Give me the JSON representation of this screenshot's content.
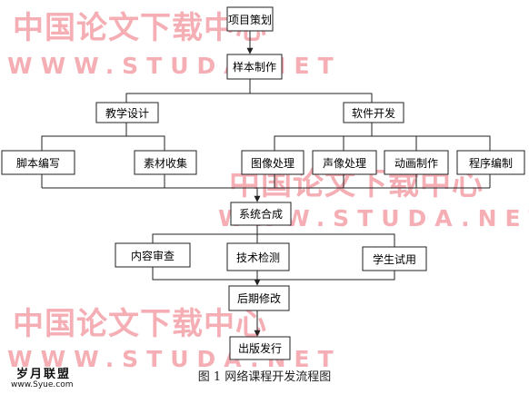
{
  "nodes": {
    "plan": "项目策划",
    "sample": "样本制作",
    "teach_design": "教学设计",
    "software_dev": "软件开发",
    "script": "脚本编写",
    "material": "素材收集",
    "image": "图像处理",
    "audio": "声像处理",
    "animation": "动画制作",
    "programming": "程序编制",
    "integration": "系统合成",
    "content_review": "内容审查",
    "tech_check": "技术检测",
    "student_trial": "学生试用",
    "later_edit": "后期修改",
    "publish": "出版发行"
  },
  "caption": "图 1  网络课程开发流程图",
  "watermark": {
    "cn": "中国论文下载中心",
    "en": "WWW.STUDA.NET"
  },
  "site_logo": {
    "cn": "岁月联盟",
    "en": "www.Syue.com"
  },
  "colors": {
    "watermark": "#f3a0a8",
    "line": "#222222"
  }
}
